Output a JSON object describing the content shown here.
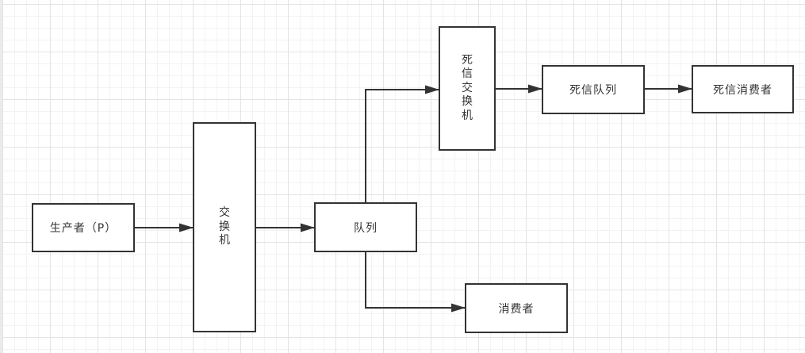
{
  "colors": {
    "canvas_bg": "#ffffff",
    "grid_minor": "#f3f3f3",
    "grid_major": "#e4e4e4",
    "left_edge_strip": "#ebebeb",
    "node_border": "#333333",
    "node_fill": "#ffffff",
    "node_text": "#333333",
    "connector": "#333333"
  },
  "diagram": {
    "nodes": {
      "producer": {
        "label": "生产者（P）",
        "text_direction": "horizontal"
      },
      "exchange": {
        "label": "交换机",
        "text_direction": "vertical"
      },
      "queue": {
        "label": "队列",
        "text_direction": "horizontal"
      },
      "dead_letter_exchange": {
        "label": "死信交换机",
        "text_direction": "vertical"
      },
      "dead_letter_queue": {
        "label": "死信队列",
        "text_direction": "horizontal"
      },
      "dead_letter_consumer": {
        "label": "死信消费者",
        "text_direction": "horizontal"
      },
      "consumer": {
        "label": "消费者",
        "text_direction": "horizontal"
      }
    },
    "connectors": [
      {
        "from": "producer",
        "to": "exchange"
      },
      {
        "from": "exchange",
        "to": "queue"
      },
      {
        "from": "queue",
        "to": "dead_letter_exchange"
      },
      {
        "from": "dead_letter_exchange",
        "to": "dead_letter_queue"
      },
      {
        "from": "dead_letter_queue",
        "to": "dead_letter_consumer"
      },
      {
        "from": "queue",
        "to": "consumer"
      }
    ]
  }
}
